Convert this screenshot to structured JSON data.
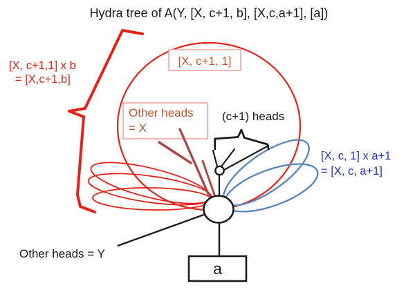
{
  "title": "Hydra tree of A(Y, [X, c+1, b], [X,c,a+1], [a])",
  "labels": {
    "red_product_line1": "[X, c+1,1] x b",
    "red_product_line2": "= [X,c+1,b]",
    "red_box": "[X, c+1, 1]",
    "other_heads_x_line1": "Other heads",
    "other_heads_x_line2": "= X",
    "c_plus_one_heads": "(c+1) heads",
    "blue_product_line1": "[X, c, 1] x a+1",
    "blue_product_line2": "= [X, c, a+1]",
    "other_heads_y": "Other heads = Y",
    "root": "a"
  },
  "colors": {
    "red": "#e3231a",
    "dark_red": "#a84a4a",
    "steel_blue": "#5b86bb",
    "blue_text": "#2434c4",
    "orange_text": "#c2562c",
    "box_border": "#efa6a1",
    "black": "#1a1a1a"
  }
}
